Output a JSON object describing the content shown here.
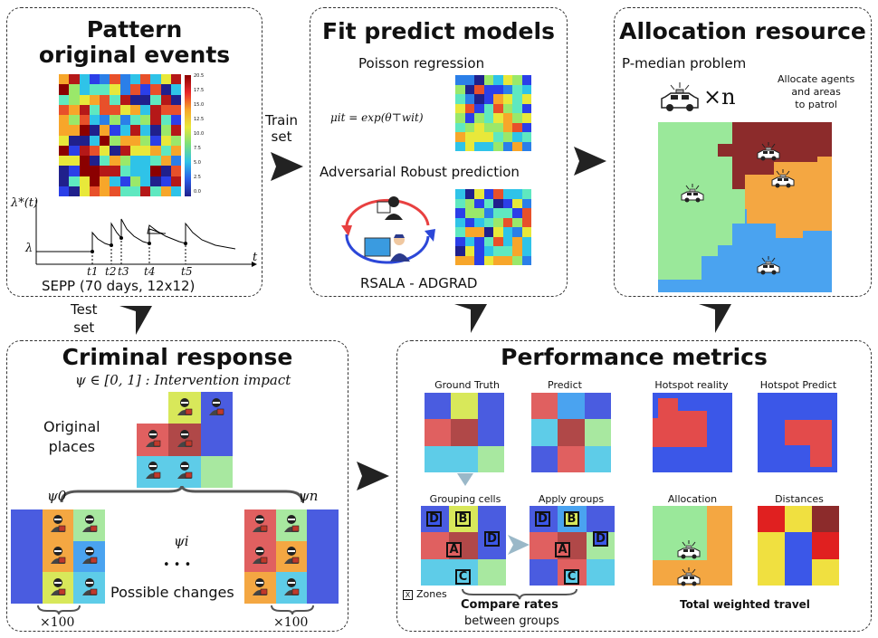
{
  "titles": {
    "pattern": "Pattern original events",
    "fit": "Fit predict models",
    "allocation": "Allocation resource",
    "criminal": "Criminal response",
    "performance": "Performance metrics"
  },
  "pattern": {
    "lambda_star": "λ*(t)",
    "lambda": "λ",
    "t_axis": "t",
    "t_labels": [
      "t1",
      "t2",
      "t3",
      "t4",
      "t5"
    ],
    "sepp_label": "SEPP (70 days, 12x12)",
    "colorbar_ticks": [
      "20.5",
      "17.5",
      "15.0",
      "12.5",
      "10.0",
      "7.5",
      "5.0",
      "2.5",
      "0.0"
    ]
  },
  "flow": {
    "train_set": [
      "Train",
      "set"
    ],
    "test_set": [
      "Test",
      "set"
    ]
  },
  "fit": {
    "poisson": "Poisson regression",
    "formula": "μit = exp(θ⊤wit)",
    "adversarial": "Adversarial Robust prediction",
    "rsala": "RSALA - ADGRAD"
  },
  "allocation": {
    "problem": "P-median problem",
    "times_n": "×n",
    "note": [
      "Allocate agents",
      "and areas",
      "to patrol"
    ]
  },
  "criminal": {
    "psi_range": "ψ ∈ [0, 1] : Intervention impact",
    "original_places": [
      "Original",
      "places"
    ],
    "psi0": "ψ0",
    "psin": "ψn",
    "psii": "ψi",
    "dots": "• • •",
    "possible_changes": "Possible changes",
    "times100_left": "×100",
    "times100_right": "×100"
  },
  "performance": {
    "ground_truth": "Ground Truth",
    "predict": "Predict",
    "hotspot_reality": "Hotspot reality",
    "hotspot_predict": "Hotspot Predict",
    "grouping_cells": "Grouping cells",
    "apply_groups": "Apply groups",
    "allocation": "Allocation",
    "distances": "Distances",
    "zones": "Zones",
    "compare_rates": "Compare rates",
    "between_groups": "between groups",
    "total_weighted": "Total weighted travel",
    "zone_letters": [
      "A",
      "B",
      "C",
      "D"
    ]
  },
  "colors": {
    "hot": "#8b1a1a",
    "blue": "#3b57e8",
    "red": "#e34b4b",
    "green_zone": "#9ae89a",
    "orange_zone": "#f4a742",
    "blue_zone": "#4aa3f0",
    "maroon_zone": "#8c2b2b"
  }
}
